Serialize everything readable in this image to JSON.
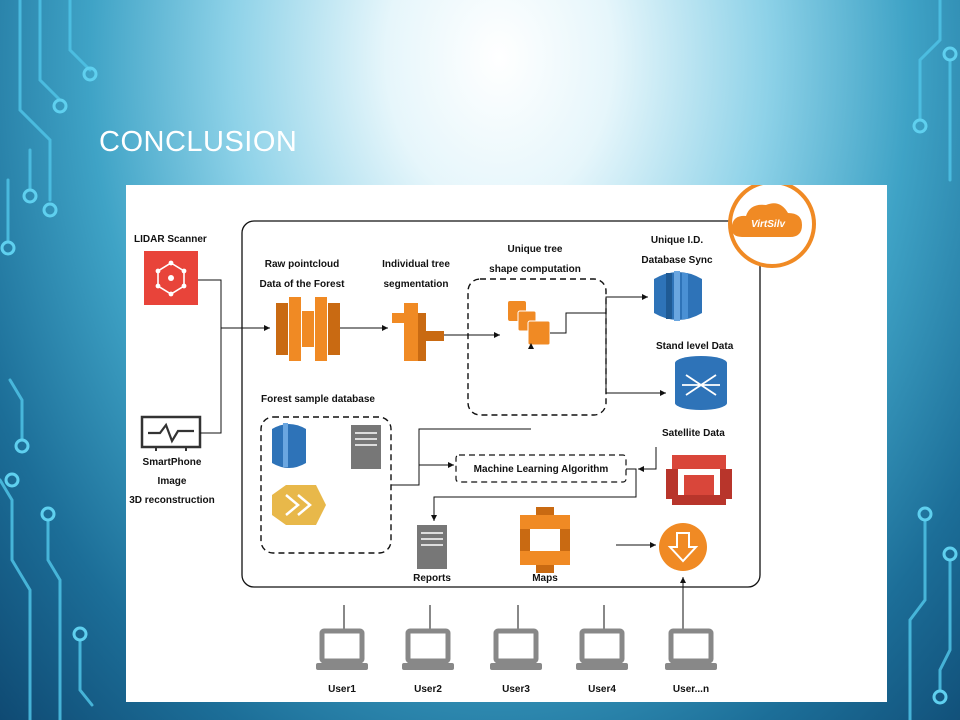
{
  "slide": {
    "title": "CONCLUSION"
  },
  "diagram": {
    "logo_text": "VirtSilv",
    "lidar_label": "LIDAR Scanner",
    "smartphone_label": [
      "SmartPhone",
      "Image",
      "3D reconstruction"
    ],
    "raw_pointcloud_label": [
      "Raw pointcloud",
      "Data of the Forest"
    ],
    "segmentation_label": [
      "Individual tree",
      "segmentation"
    ],
    "shape_label": [
      "Unique tree",
      "shape computation"
    ],
    "unique_id_label": [
      "Unique I.D.",
      "Database Sync"
    ],
    "stand_level_label": "Stand level Data",
    "forest_sample_label": "Forest sample database",
    "ml_label": "Machine Learning Algorithm",
    "satellite_label": "Satellite Data",
    "reports_label": "Reports",
    "maps_label": "Maps",
    "users": [
      "User1",
      "User2",
      "User3",
      "User4",
      "User...n"
    ]
  },
  "colors": {
    "orange": "#f08a24",
    "aws_blue": "#2e73b8",
    "lidar_red": "#e8443a",
    "satellite_red": "#d9463a"
  }
}
